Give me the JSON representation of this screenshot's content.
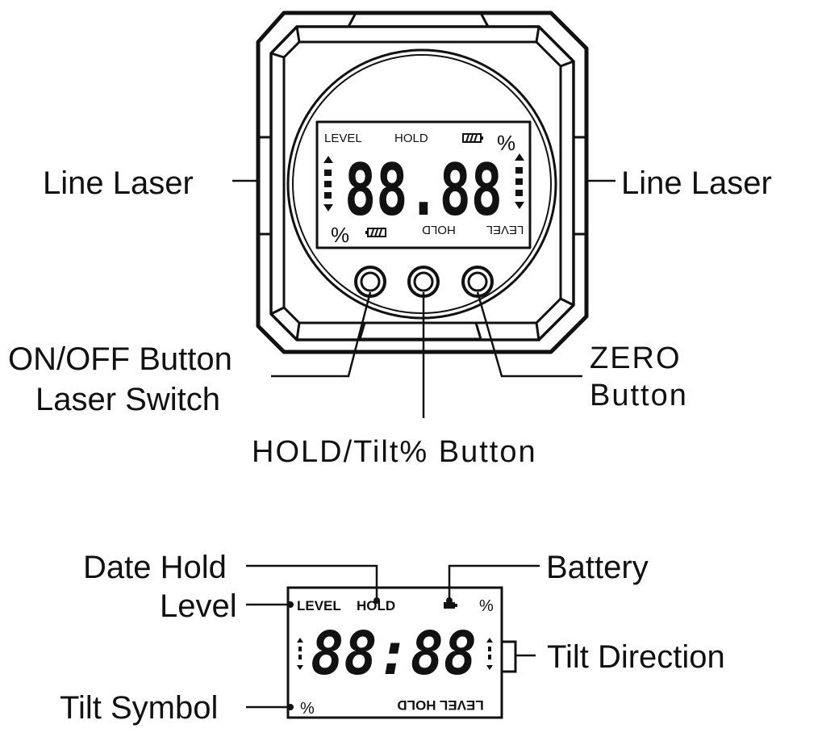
{
  "colors": {
    "ink": "#111111",
    "background": "#ffffff"
  },
  "callouts": {
    "line_laser_left": "Line Laser",
    "line_laser_right": "Line Laser",
    "on_off_button": "ON/OFF Button",
    "laser_switch": "Laser Switch",
    "zero_line1": "ZERO",
    "zero_line2": "Button",
    "hold_tilt_button": "HOLD/Tilt% Button",
    "date_hold": "Date Hold",
    "battery": "Battery",
    "level": "Level",
    "tilt_direction": "Tilt Direction",
    "tilt_symbol": "Tilt Symbol"
  },
  "device_display": {
    "top_level": "LEVEL",
    "top_hold": "HOLD",
    "percent": "%",
    "digits": "88.88",
    "bottom_hold": "HOLD",
    "bottom_level": "LEVEL"
  },
  "detail_display": {
    "level": "LEVEL",
    "hold": "HOLD",
    "percent_top": "%",
    "digits": "88:88",
    "percent_bottom": "%",
    "bottom_text": "LEVEL HOLD"
  },
  "icons": [
    "battery-icon",
    "up-arrow-icon",
    "down-arrow-icon",
    "tilt-bar-icon",
    "button-icon"
  ]
}
